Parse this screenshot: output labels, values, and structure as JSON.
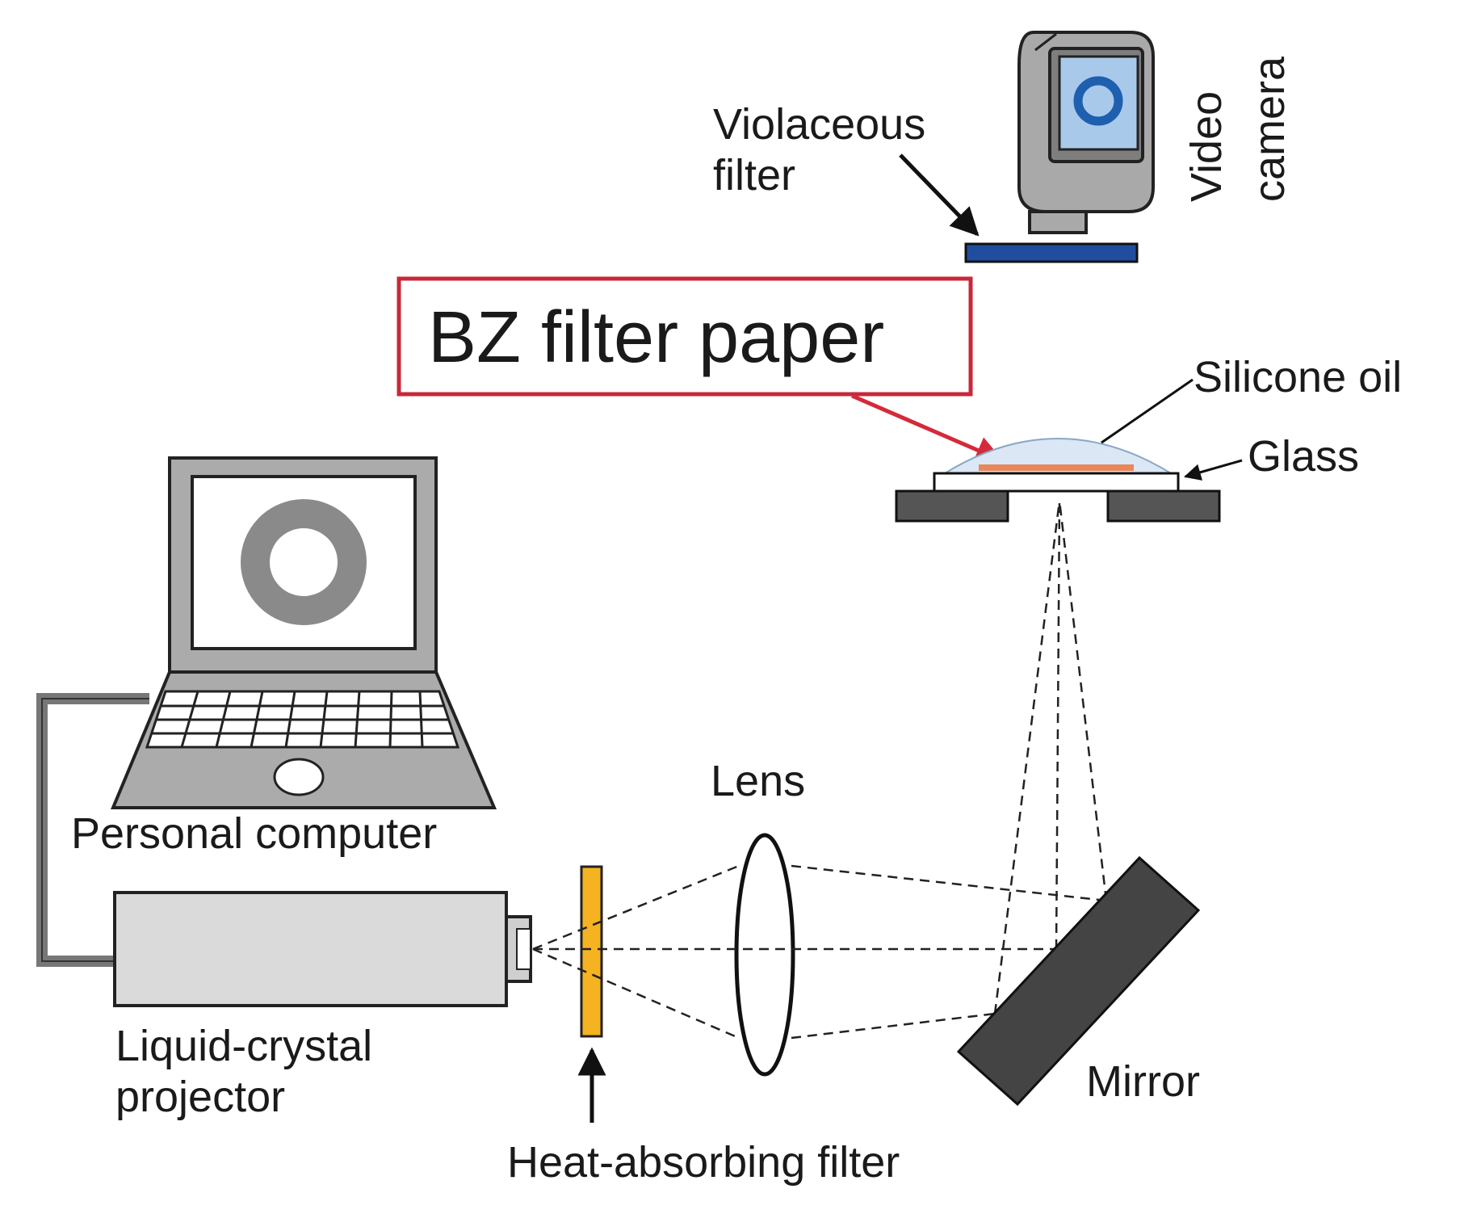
{
  "labels": {
    "video_camera_line1": "Video",
    "video_camera_line2": "camera",
    "violaceous_filter_line1": "Violaceous",
    "violaceous_filter_line2": "filter",
    "bz_filter_paper": "BZ filter paper",
    "silicone_oil": "Silicone oil",
    "glass": "Glass",
    "personal_computer": "Personal computer",
    "lens": "Lens",
    "liquid_crystal_projector_line1": "Liquid-crystal",
    "liquid_crystal_projector_line2": "projector",
    "heat_absorbing_filter": "Heat-absorbing filter",
    "mirror": "Mirror"
  },
  "colors": {
    "highlight_box": "#c8283a",
    "violaceous_filter": "#1f4e9e",
    "heat_absorbing_filter": "#f5b322",
    "camera_body": "#a9a9a9",
    "camera_screen": "#a9c9ea",
    "camera_ring": "#1f5fb0",
    "laptop_screen_ring": "#8a8a8a",
    "projector_body": "#dadada",
    "mirror": "#444444",
    "stage": "#555555",
    "bz_paper": "#e8875a",
    "silicone_oil": "#dbe7f4"
  },
  "icons": {
    "camera": "video-camera-icon",
    "computer": "laptop-icon",
    "projector": "projector-icon"
  }
}
